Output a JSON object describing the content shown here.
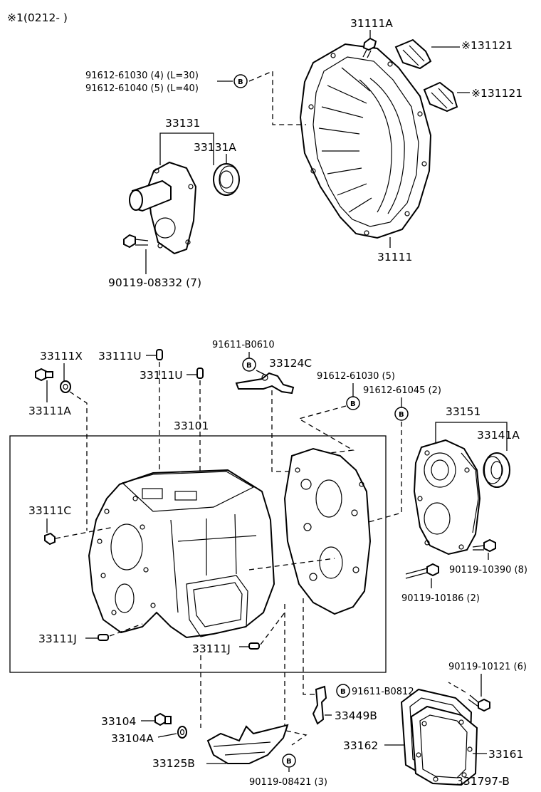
{
  "header_note": "※1(0212-      )",
  "labels": {
    "p31111A_top": "31111A",
    "p131121_a": "※131121",
    "p131121_b": "※131121",
    "p91612_61030_4": "91612-61030 (4) (L=30)",
    "p91612_61040_5": "91612-61040 (5) (L=40)",
    "p33131": "33131",
    "p33131A": "33131A",
    "p31111": "31111",
    "p90119_08332": "90119-08332 (7)",
    "p33111X": "33111X",
    "p33111U_a": "33111U",
    "p33111U_b": "33111U",
    "p33111A_left": "33111A",
    "p91611_B0610": "91611-B0610",
    "p33124C": "33124C",
    "p91612_61030_5": "91612-61030 (5)",
    "p91612_61045_2": "91612-61045 (2)",
    "p33151": "33151",
    "p33101": "33101",
    "p33141A": "33141A",
    "p33111C": "33111C",
    "p90119_10390": "90119-10390 (8)",
    "p90119_10186": "90119-10186 (2)",
    "p33111J_a": "33111J",
    "p33111J_b": "33111J",
    "p90119_10121": "90119-10121 (6)",
    "p91611_B0812": "91611-B0812",
    "p33104": "33104",
    "p33104A": "33104A",
    "p33449B": "33449B",
    "p33162": "33162",
    "p33161": "33161",
    "p33125B": "33125B",
    "p90119_08421": "90119-08421 (3)",
    "drawing_id": "331797-B"
  },
  "marker_letter": "B"
}
